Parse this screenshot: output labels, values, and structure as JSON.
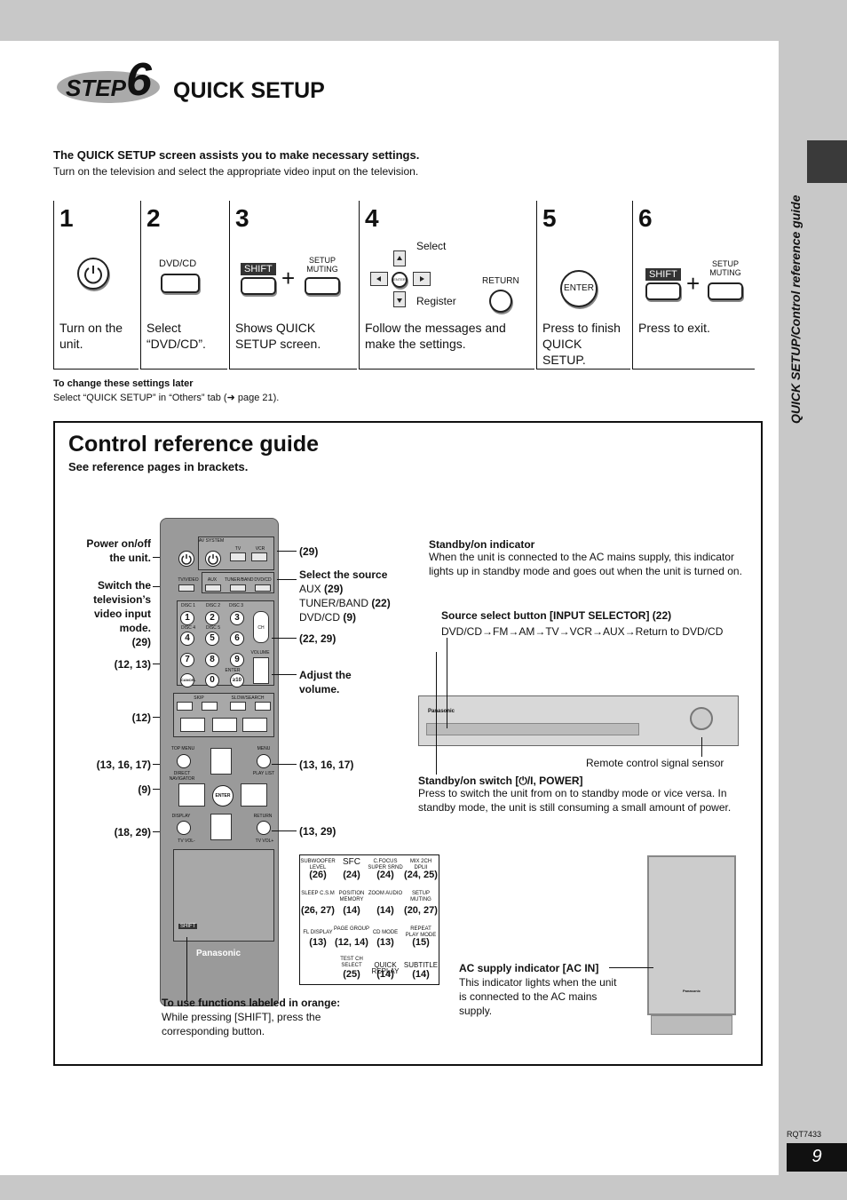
{
  "step_logo": {
    "word": "STEP",
    "num": "6"
  },
  "title": "QUICK SETUP",
  "intro": {
    "heading": "The QUICK SETUP screen assists you to make necessary settings.",
    "text": "Turn on the television and select the appropriate video input on the television."
  },
  "steps": [
    {
      "num": "1",
      "text": "Turn on the unit."
    },
    {
      "num": "2",
      "text": "Select “DVD/CD”.",
      "btn": "DVD/CD"
    },
    {
      "num": "3",
      "text": "Shows QUICK SETUP screen.",
      "shift": "SHIFT",
      "btn": "SETUP MUTING"
    },
    {
      "num": "4",
      "text": "Follow the messages and make the settings.",
      "select": "Select",
      "register": "Register",
      "return": "RETURN",
      "enter": "ENTER"
    },
    {
      "num": "5",
      "text": "Press to finish QUICK SETUP.",
      "enter": "ENTER"
    },
    {
      "num": "6",
      "text": "Press to exit.",
      "shift": "SHIFT",
      "btn": "SETUP MUTING"
    }
  ],
  "change": {
    "heading": "To change these settings later",
    "text": "Select “QUICK SETUP” in “Others” tab (➜ page 21)."
  },
  "crg": {
    "title": "Control reference guide",
    "subtitle": "See reference pages in brackets."
  },
  "left_labels": {
    "power": "Power on/off the unit.",
    "tv_input": "Switch the television’s video input mode.",
    "tv_input_ref": "(29)",
    "ref_12_13": "(12, 13)",
    "ref_12": "(12)",
    "ref_13_16_17": "(13, 16, 17)",
    "ref_9": "(9)",
    "ref_18_29": "(18, 29)"
  },
  "right_labels": {
    "ref_29": "(29)",
    "select_source": "Select the source",
    "aux": "AUX",
    "aux_ref": "(29)",
    "tuner": "TUNER/BAND",
    "tuner_ref": "(22)",
    "dvd": "DVD/CD",
    "dvd_ref": "(9)",
    "ref_22_29": "(22, 29)",
    "volume": "Adjust the volume.",
    "ref_13_16_17": "(13, 16, 17)",
    "ref_13_29": "(13, 29)"
  },
  "shift_note": {
    "heading": "To use functions labeled in orange:",
    "text": "While pressing [SHIFT], press the corresponding button."
  },
  "standby_ind": {
    "heading": "Standby/on indicator",
    "text": "When the unit is connected to the AC mains supply, this indicator lights up in standby mode and goes out when the unit is turned on."
  },
  "source_select": {
    "heading": "Source select button [INPUT SELECTOR] (22)",
    "text": "DVD/CD→FM→AM→TV→VCR→AUX→Return to DVD/CD"
  },
  "sensor": "Remote control signal sensor",
  "standby_sw": {
    "heading": "Standby/on switch [⏻/I, POWER]",
    "text": "Press to switch the unit from on to standby mode or vice versa. In standby mode, the unit is still consuming a small amount of power."
  },
  "ac": {
    "heading": "AC supply indicator [AC IN]",
    "text": "This indicator lights when the unit is connected to the AC mains supply."
  },
  "remote": {
    "av_system": "AV SYSTEM",
    "tv": "TV",
    "vcr": "VCR",
    "tvvideo": "TV/VIDEO",
    "aux": "AUX",
    "tuner": "TUNER/BAND",
    "dvdcd": "DVD/CD",
    "disc1": "DISC 1",
    "disc2": "DISC 2",
    "disc3": "DISC 3",
    "disc4": "DISC 4",
    "disc5": "DISC 5",
    "ch": "CH",
    "volume": "VOLUME",
    "enter": "ENTER",
    "cancel": "CANCEL",
    "skip": "SKIP",
    "slow": "SLOW/SEARCH",
    "topmenu": "TOP MENU",
    "menu": "MENU",
    "direct": "DIRECT NAVIGATOR",
    "playlist": "PLAY LIST",
    "display": "DISPLAY",
    "return": "RETURN",
    "tvvolm": "TV VOL-",
    "tvvolp": "TV VOL+",
    "shift": "SHIFT",
    "brand": "Panasonic"
  },
  "table": [
    {
      "top": "SUBWOOFER LEVEL",
      "ref": "(26)"
    },
    {
      "top": "SFC",
      "ref": "(24)"
    },
    {
      "top": "C.FOCUS SUPER SRND",
      "ref": "(24)"
    },
    {
      "top": "MIX 2CH DPLII",
      "ref": "(24, 25)"
    },
    {
      "top": "SLEEP C.S.M",
      "ref": "(26, 27)"
    },
    {
      "top": "POSITION MEMORY",
      "ref": "(14)"
    },
    {
      "top": "ZOOM AUDIO",
      "ref": "(14)"
    },
    {
      "top": "SETUP MUTING",
      "ref": "(20, 27)"
    },
    {
      "top": "FL DISPLAY",
      "ref": "(13)"
    },
    {
      "top": "PAGE GROUP",
      "ref": "(12, 14)"
    },
    {
      "top": "CD MODE",
      "ref": "(13)"
    },
    {
      "top": "REPEAT PLAY MODE",
      "ref": "(15)"
    },
    {
      "top": "TEST CH SELECT",
      "ref": "(25)"
    },
    {
      "top": "QUICK REPLAY",
      "ref": "(14)"
    },
    {
      "top": "SUBTITLE",
      "ref": "(14)"
    }
  ],
  "unit_brand": "Panasonic",
  "side_label": "QUICK SETUP/Control reference guide",
  "doc_code": "RQT7433",
  "page_number": "9"
}
